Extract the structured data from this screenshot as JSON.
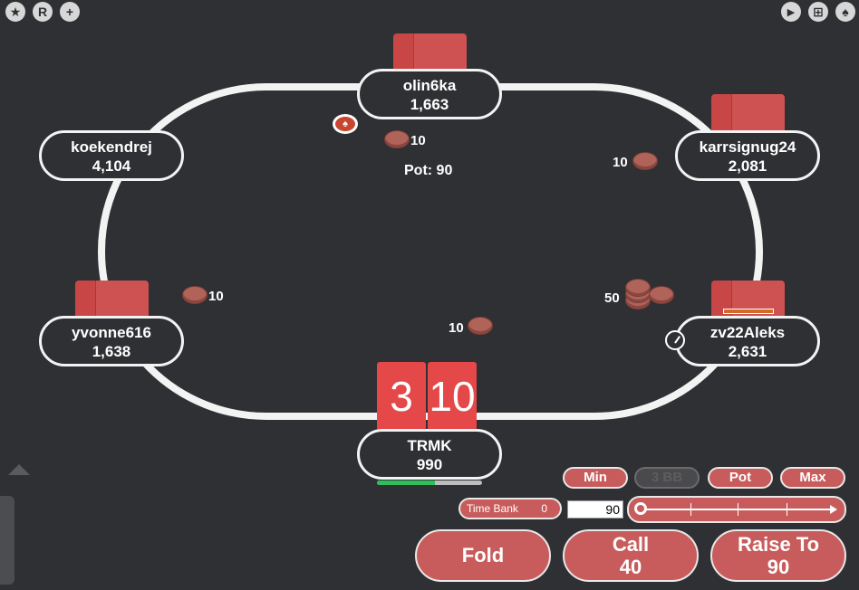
{
  "top_icons": {
    "left": [
      {
        "name": "star-icon",
        "glyph": "★"
      },
      {
        "name": "r-icon",
        "glyph": "R"
      },
      {
        "name": "plus-icon",
        "glyph": "+"
      }
    ],
    "right": [
      {
        "name": "play-icon",
        "glyph": "▶"
      },
      {
        "name": "grid-icon",
        "glyph": "⊞"
      },
      {
        "name": "spade-icon",
        "glyph": "♠"
      }
    ]
  },
  "seats": {
    "top": {
      "name": "olin6ka",
      "stack": "1,663",
      "bet": "10"
    },
    "left_top": {
      "name": "koekendrej",
      "stack": "4,104"
    },
    "right_top": {
      "name": "karrsignug24",
      "stack": "2,081",
      "bet": "10"
    },
    "left_bottom": {
      "name": "yvonne616",
      "stack": "1,638",
      "bet": "10"
    },
    "right_bottom": {
      "name": "zv22Aleks",
      "stack": "2,631",
      "bet": "50"
    },
    "hero": {
      "name": "TRMK",
      "stack": "990",
      "bet": "10",
      "timer_fraction": 0.55
    }
  },
  "pot_label": "Pot: 90",
  "dealer_glyph": "♠",
  "hero_cards": [
    "3",
    "10"
  ],
  "sizing": {
    "min": "Min",
    "bb": "3 BB",
    "pot": "Pot",
    "max": "Max"
  },
  "time_bank": {
    "label": "Time Bank",
    "value": "0"
  },
  "bet_amount": "90",
  "slider_fraction": 0.0,
  "actions": {
    "fold": "Fold",
    "call_label": "Call",
    "call_amount": "40",
    "raise_label": "Raise To",
    "raise_amount": "90"
  },
  "colors": {
    "table_bg": "#2f3033",
    "button_red": "#c85c5c",
    "card_red": "#e44848",
    "timer_green": "#2fbf5a"
  }
}
